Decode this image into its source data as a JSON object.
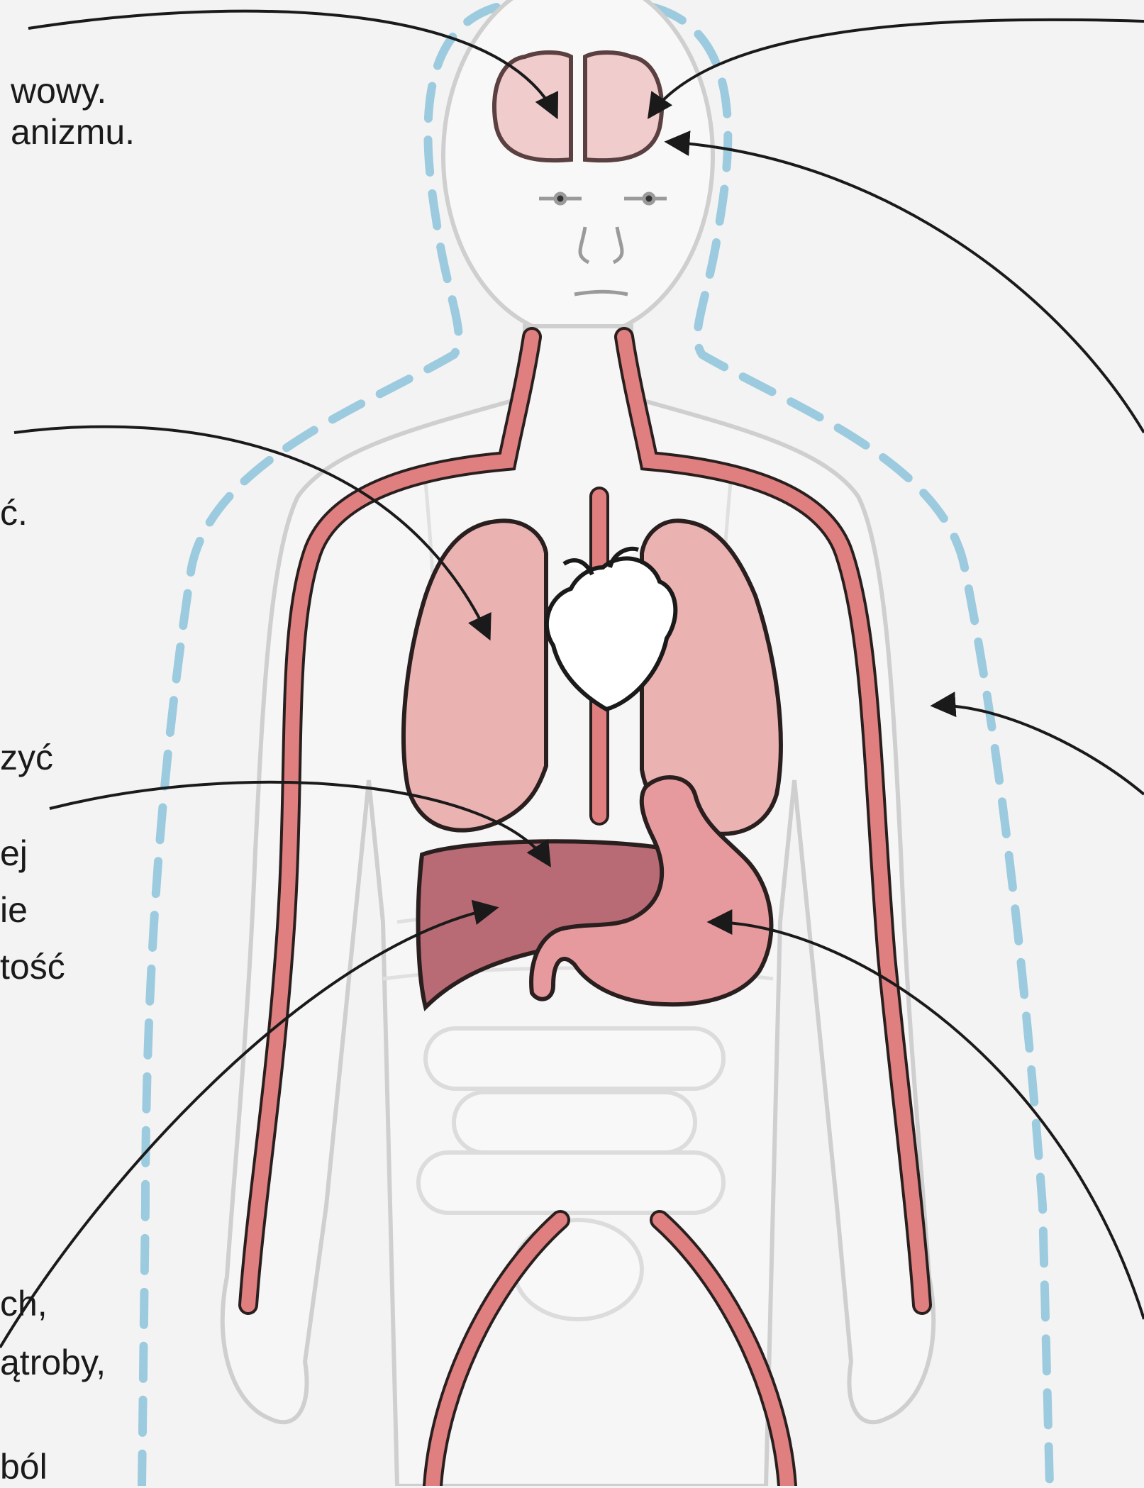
{
  "labels": {
    "brain_line1": "wowy.",
    "brain_line2": "anizmu.",
    "lungs_line1": "ć.",
    "liver_line1": "zyć",
    "liver_line2": "ej",
    "liver_line3": "ie",
    "liver_line4": "tość",
    "bottom_line1": "ch,",
    "bottom_line2": "ątroby,",
    "bottom_line3": "ból"
  },
  "colors": {
    "background": "#f3f3f3",
    "vessel": "#df7f7f",
    "vessel_outline": "#2a1f1f",
    "lung": "#ebb2b2",
    "liver": "#b96b75",
    "stomach": "#e79a9e",
    "brain": "#f1cccc",
    "aura_dash": "#9ccbdf",
    "body_outline": "#cfcfcf"
  },
  "icons": [
    "human-body",
    "brain",
    "lungs",
    "heart",
    "liver",
    "stomach",
    "intestines",
    "blood-vessels"
  ]
}
